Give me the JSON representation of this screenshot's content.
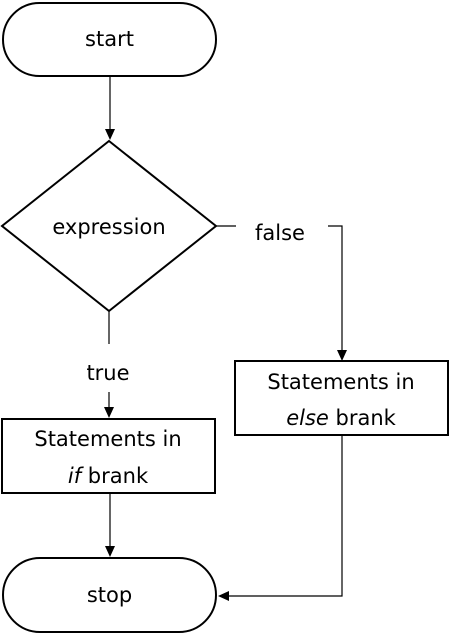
{
  "flowchart": {
    "start": {
      "label": "start"
    },
    "decision": {
      "label": "expression"
    },
    "branch_false": {
      "label": "false"
    },
    "branch_true": {
      "label": "true"
    },
    "if_block": {
      "line1": "Statements in",
      "keyword": "if",
      "rest": " brank"
    },
    "else_block": {
      "line1": "Statements in",
      "keyword": "else",
      "rest": " brank"
    },
    "stop": {
      "label": "stop"
    }
  }
}
